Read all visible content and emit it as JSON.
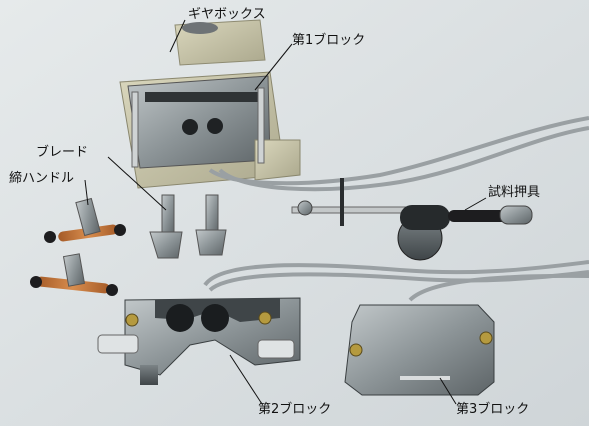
{
  "labels": {
    "gearbox": "ギヤボックス",
    "block1": "第1ブロック",
    "blade": "ブレード",
    "handle": "締ハンドル",
    "sample_presser": "試料押具",
    "block2": "第2ブロック",
    "block3": "第3ブロック"
  },
  "colors": {
    "background": "#d9dee0",
    "metal": "#8e979a",
    "base_plate": "#c9c6a8",
    "cable": "#9aa0a3",
    "handle_orange": "#c0733a",
    "knob_dark": "#1d1d1f"
  }
}
